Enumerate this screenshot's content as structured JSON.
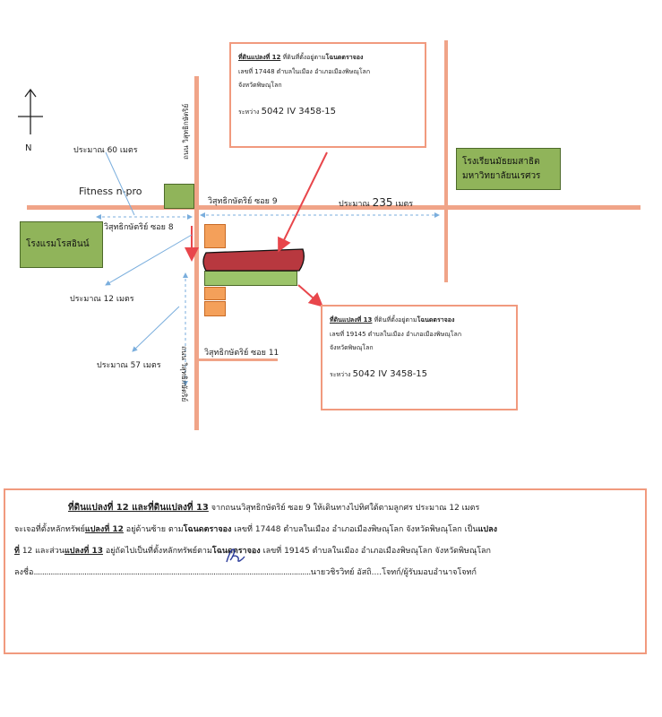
{
  "north": {
    "label": "N"
  },
  "roads": {
    "main_road_label": "วิสุทธิกษัตริย์ ซอย 9",
    "soi_8_label": "วิสุทธิกษัตริย์ ซอย 8",
    "soi_11_label": "วิสุทธิกษัตริย์ ซอย 11",
    "vertical_road_top_label": "ถนน วิสุทธิกษัตริย์",
    "vertical_road_bottom_label": "ถนน วิสุทธิกษัตริย์"
  },
  "buildings": {
    "fitness": "Fitness n-pro",
    "hotel": "โรงแรมโรสอินน์",
    "school_line1": "โรงเรียนมัธยมสาธิต",
    "school_line2": "มหาวิทยาลัยนเรศวร"
  },
  "distances": {
    "d60": "ประมาณ 60 เมตร",
    "d235_prefix": "ประมาณ",
    "d235_value": "235",
    "d235_unit": "เมตร",
    "d12": "ประมาณ 12 เมตร",
    "d57": "ประมาณ 57 เมตร"
  },
  "callout_12": {
    "title": "ที่ดินแปลงที่ 12",
    "text1": "ที่ดินที่ตั้งอยู่ตาม",
    "bold1": "โฉนดตราจอง",
    "line2": "เลขที่ 17448 ตำบลในเมือง อำเภอเมืองพิษณุโลก",
    "line3": "จังหวัดพิษณุโลก",
    "zone_label": "ระหว่าง",
    "zone_value": "5042 IV 3458-15"
  },
  "callout_13": {
    "title": "ที่ดินแปลงที่ 13",
    "text1": "ที่ดินที่ตั้งอยู่ตาม",
    "bold1": "โฉนดตราจอง",
    "line2": "เลขที่ 19145 ตำบลในเมือง อำเภอเมืองพิษณุโลก",
    "line3": "จังหวัดพิษณุโลก",
    "zone_label": "ระหว่าง",
    "zone_value": "5042 IV 3458-15"
  },
  "description": {
    "title": "ที่ดินแปลงที่ 12 และที่ดินแปลงที่ 13",
    "p1": "จากถนนวิสุทธิกษัตริย์ ซอย 9 ให้เดินทางไปทิศใต้ตามลูกศร ประมาณ 12 เมตร",
    "p2a": "จะเจอที่ตั้งหลักทรัพย์",
    "p2b": "แปลงที่ 12",
    "p2c": "อยู่ด้านซ้าย ตาม",
    "p2d": "โฉนดตราจอง",
    "p2e": "เลขที่ 17448 ตำบลในเมือง อำเภอเมืองพิษณุโลก จังหวัดพิษณุโลก เป็น",
    "p2f": "แปลง",
    "p3a": "ที่",
    "p3b": "12 และส่วน",
    "p3c": "แปลงที่ 13",
    "p3d": "อยู่ถัดไปเป็นที่ตั้งหลักทรัพย์ตาม",
    "p3e": "โฉนดตราจอง",
    "p3f": "เลขที่ 19145 ตำบลในเมือง อำเภอเมืองพิษณุโลก จังหวัดพิษณุโลก",
    "sign_label": "ลงชื่อ",
    "sign_dots": "...................................................................................................................................",
    "signer": "นายวชิรวิทย์ อัสถิ....โจทก์/ผู้รับมอบอำนาจโจทก์"
  }
}
